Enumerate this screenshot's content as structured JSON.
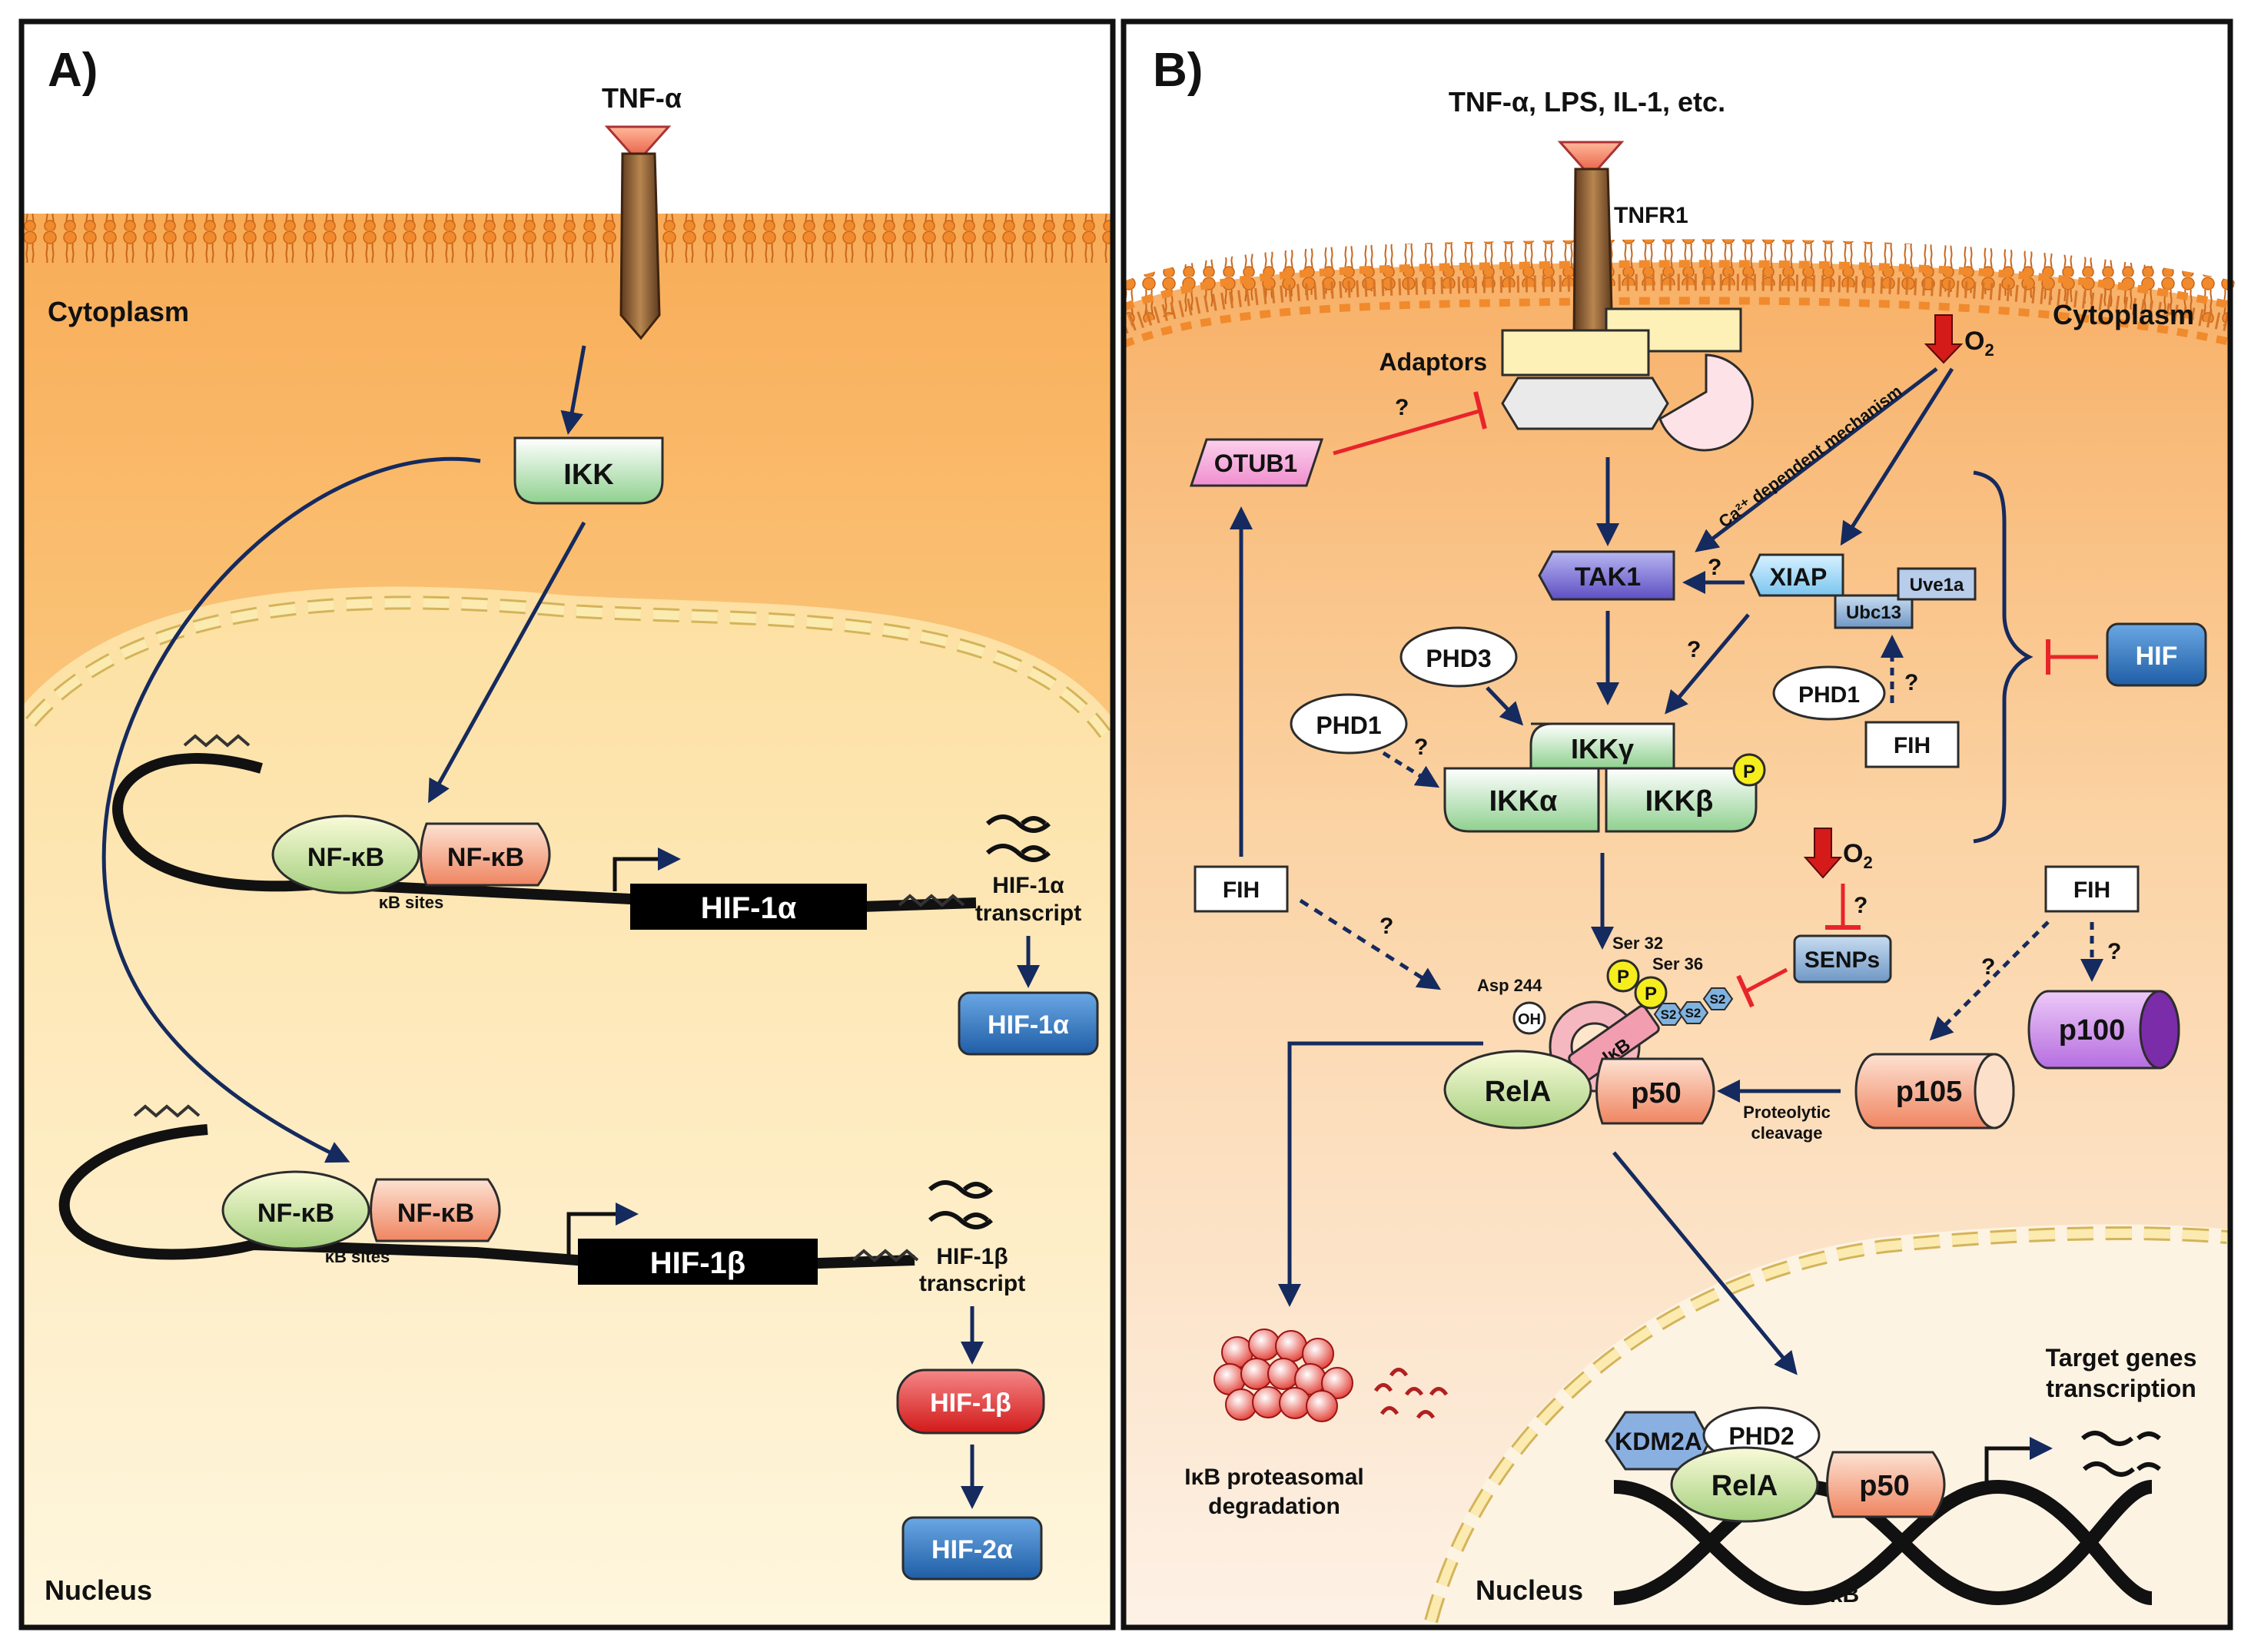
{
  "panels": {
    "a": {
      "label": "A)",
      "ligand": "TNF-α",
      "cytoplasm": "Cytoplasm",
      "nucleus": "Nucleus",
      "ikk": "IKK",
      "gene1": {
        "nfkb1": "NF-κB",
        "nfkb2": "NF-κB",
        "sites": "κB sites",
        "gene": "HIF-1α",
        "transcript_1": "HIF-1α",
        "transcript_2": "transcript",
        "protein": "HIF-1α"
      },
      "gene2": {
        "nfkb1": "NF-κB",
        "nfkb2": "NF-κB",
        "sites": "κB sites",
        "gene": "HIF-1β",
        "transcript_1": "HIF-1β",
        "transcript_2": "transcript",
        "protein_1": "HIF-1β",
        "protein_2": "HIF-2α"
      }
    },
    "b": {
      "label": "B)",
      "ligands": "TNF-α, LPS, IL-1, etc.",
      "receptor": "TNFR1",
      "cytoplasm": "Cytoplasm",
      "nucleus": "Nucleus",
      "adaptors": "Adaptors",
      "otub1": "OTUB1",
      "o2_top": "O",
      "o2_mid": "O",
      "o2_sub": "2",
      "ca_mech": "Ca²⁺ dependent mechanism",
      "tak1": "TAK1",
      "xiap": "XIAP",
      "ubc13": "Ubc13",
      "uve1a": "Uve1a",
      "phd3": "PHD3",
      "phd1_left": "PHD1",
      "phd1_right": "PHD1",
      "fih_mid": "FIH",
      "fih_left": "FIH",
      "fih_right": "FIH",
      "hif": "HIF",
      "ikkg": "IKKγ",
      "ikka": "IKKα",
      "ikkb": "IKKβ",
      "p": "P",
      "senps": "SENPs",
      "ser32": "Ser 32",
      "ser36": "Ser 36",
      "asp244": "Asp 244",
      "oh": "OH",
      "s2": "S2",
      "ikb": "IκB",
      "rela": "RelA",
      "p50": "p50",
      "p105": "p105",
      "p100": "p100",
      "cleavage_1": "Proteolytic",
      "cleavage_2": "cleavage",
      "degradation_1": "IκB proteasomal",
      "degradation_2": "degradation",
      "target_1": "Target genes",
      "target_2": "transcription",
      "kdm2a": "KDM2A",
      "phd2": "PHD2",
      "rela_n": "RelA",
      "p50_n": "p50",
      "kb": "κB",
      "q": "?"
    }
  },
  "colors": {
    "arrow": "#152a5e",
    "inhibit": "#e8242a",
    "membrane": "#f08a2c",
    "cyto_top": "#f7a24a",
    "nucleus_fill": "#fde3a6"
  }
}
